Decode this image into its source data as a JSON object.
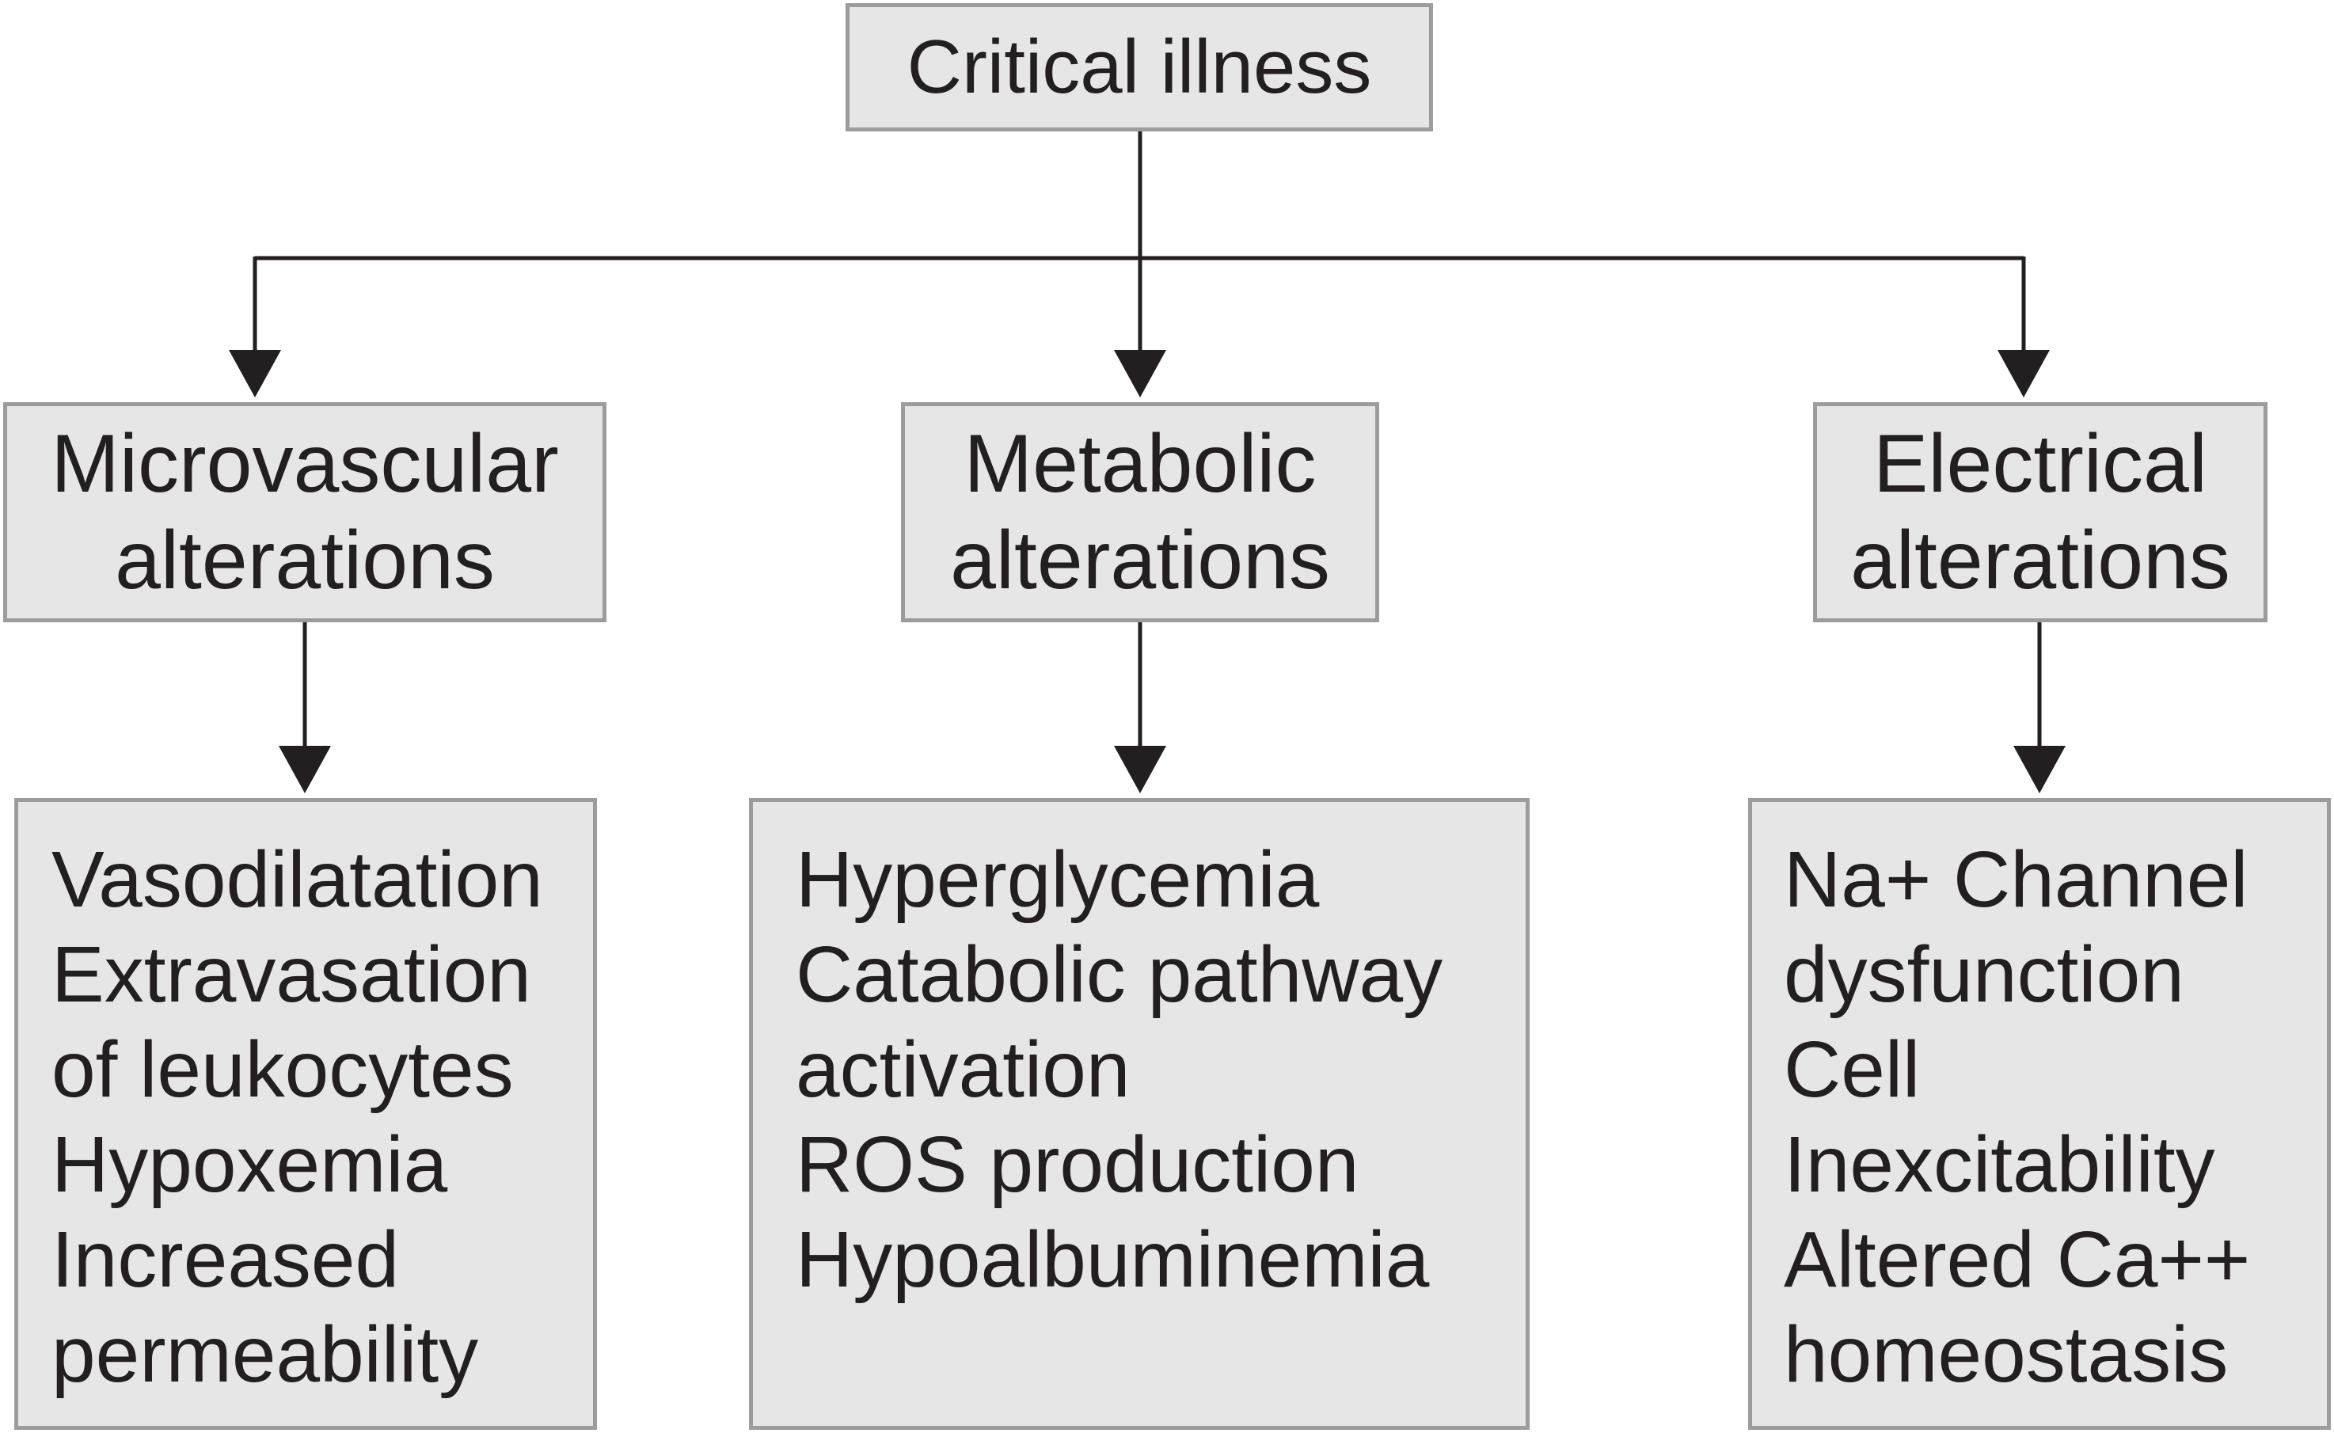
{
  "root": {
    "label": "Critical illness"
  },
  "categories": [
    {
      "id": "microvascular",
      "title_lines": [
        "Microvascular",
        "alterations"
      ],
      "items": [
        "Vasodilatation",
        "Extravasation",
        "of leukocytes",
        "Hypoxemia",
        "Increased",
        "permeability"
      ]
    },
    {
      "id": "metabolic",
      "title_lines": [
        "Metabolic",
        "alterations"
      ],
      "items": [
        "Hyperglycemia",
        "Catabolic pathway",
        "activation",
        "ROS production",
        "Hypoalbuminemia"
      ]
    },
    {
      "id": "electrical",
      "title_lines": [
        "Electrical",
        "alterations"
      ],
      "items": [
        "Na+ Channel",
        "dysfunction",
        "Cell",
        "Inexcitability",
        "Altered Ca++",
        "homeostasis"
      ]
    }
  ]
}
